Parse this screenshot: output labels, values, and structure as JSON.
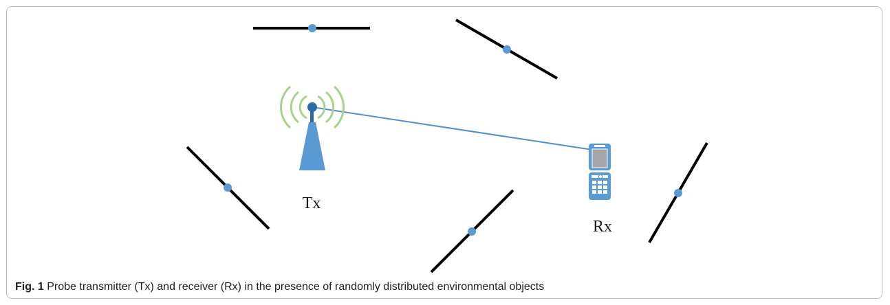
{
  "labels": {
    "transmitter": "Tx",
    "receiver": "Rx"
  },
  "caption": {
    "figure": "Fig. 1",
    "text": "Probe transmitter (Tx) and receiver (Rx) in the presence of randomly distributed environmental objects"
  },
  "colors": {
    "link": "#4f8fcf",
    "tower": "#5b9bd5",
    "antenna_tip": "#2e6aa6",
    "waves": "#a8d38d",
    "objects": "#000000",
    "object_center": "#5b9bd5",
    "phone": "#5b9bd5",
    "phone_screen": "#a6a6a6"
  },
  "icons": [
    "antenna-tower-icon",
    "signal-waves-icon",
    "mobile-phone-icon"
  ]
}
